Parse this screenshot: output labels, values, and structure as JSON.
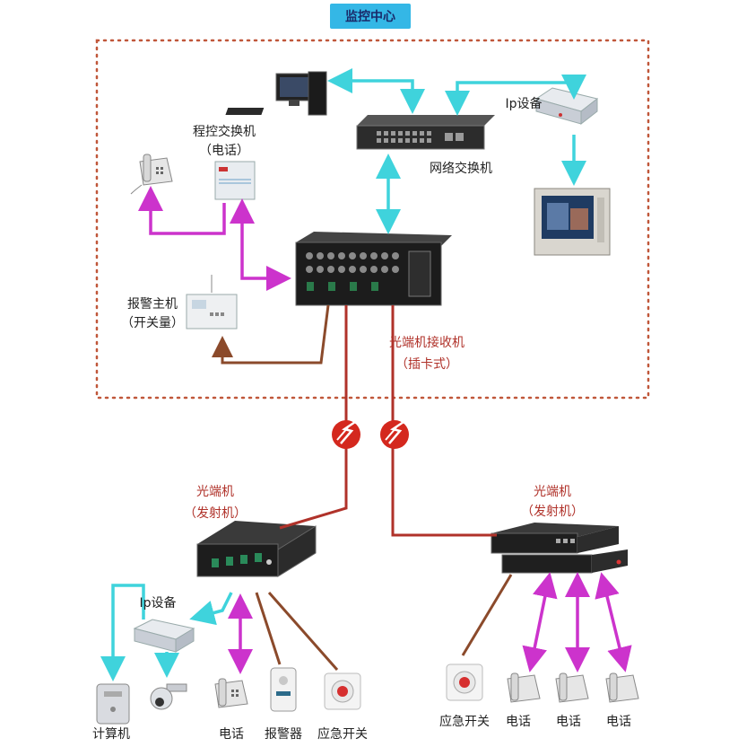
{
  "title": "监控中心",
  "labels": {
    "pbx": "程控交换机",
    "pbx_sub": "（电话）",
    "ip_device_top": "Ip设备",
    "network_switch": "网络交换机",
    "alarm_host": "报警主机",
    "alarm_host_sub": "（开关量）",
    "receiver": "光端机接收机",
    "receiver_sub": "（插卡式）",
    "left_tx": "光端机",
    "left_tx_sub": "（发射机）",
    "right_tx": "光端机",
    "right_tx_sub": "（发射机）",
    "ip_device_bottom": "Ip设备",
    "computer": "计算机",
    "phone_left": "电话",
    "alarm": "报警器",
    "emergency_left": "应急开关",
    "emergency_right": "应急开关",
    "phone_r1": "电话",
    "phone_r2": "电话",
    "phone_r3": "电话"
  },
  "colors": {
    "cyan": "#3fd3dc",
    "magenta": "#cc33cc",
    "brown": "#8b4a2b",
    "fiber": "#b0322a",
    "dotted": "#c0573a"
  }
}
